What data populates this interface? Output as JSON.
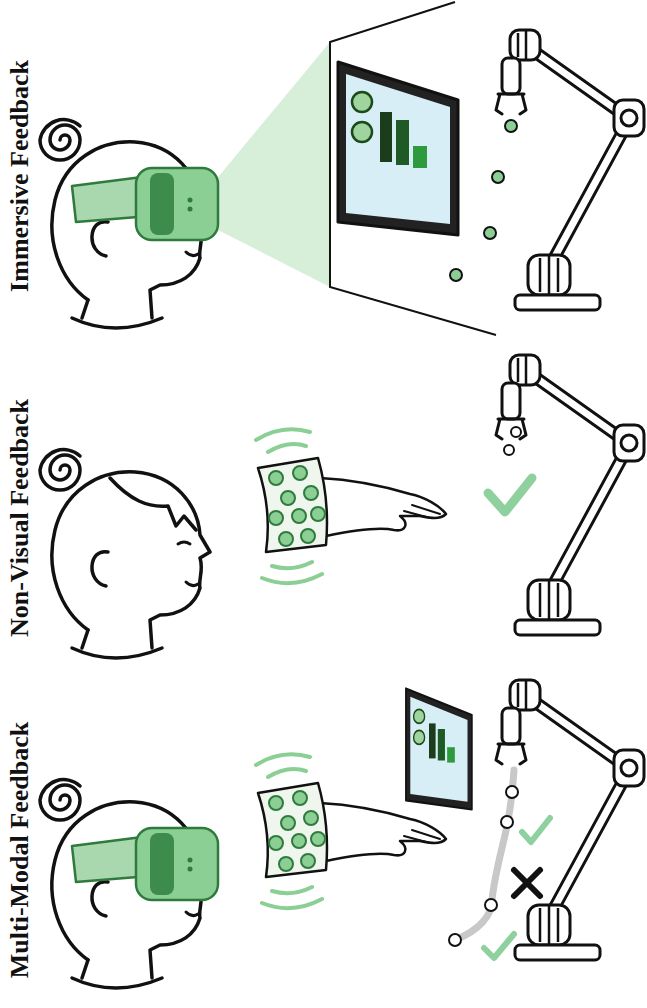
{
  "diagram": {
    "labels": [
      "Immersive Feedback",
      "Non-Visual Feedback",
      "Multi-Modal Feedback"
    ]
  }
}
